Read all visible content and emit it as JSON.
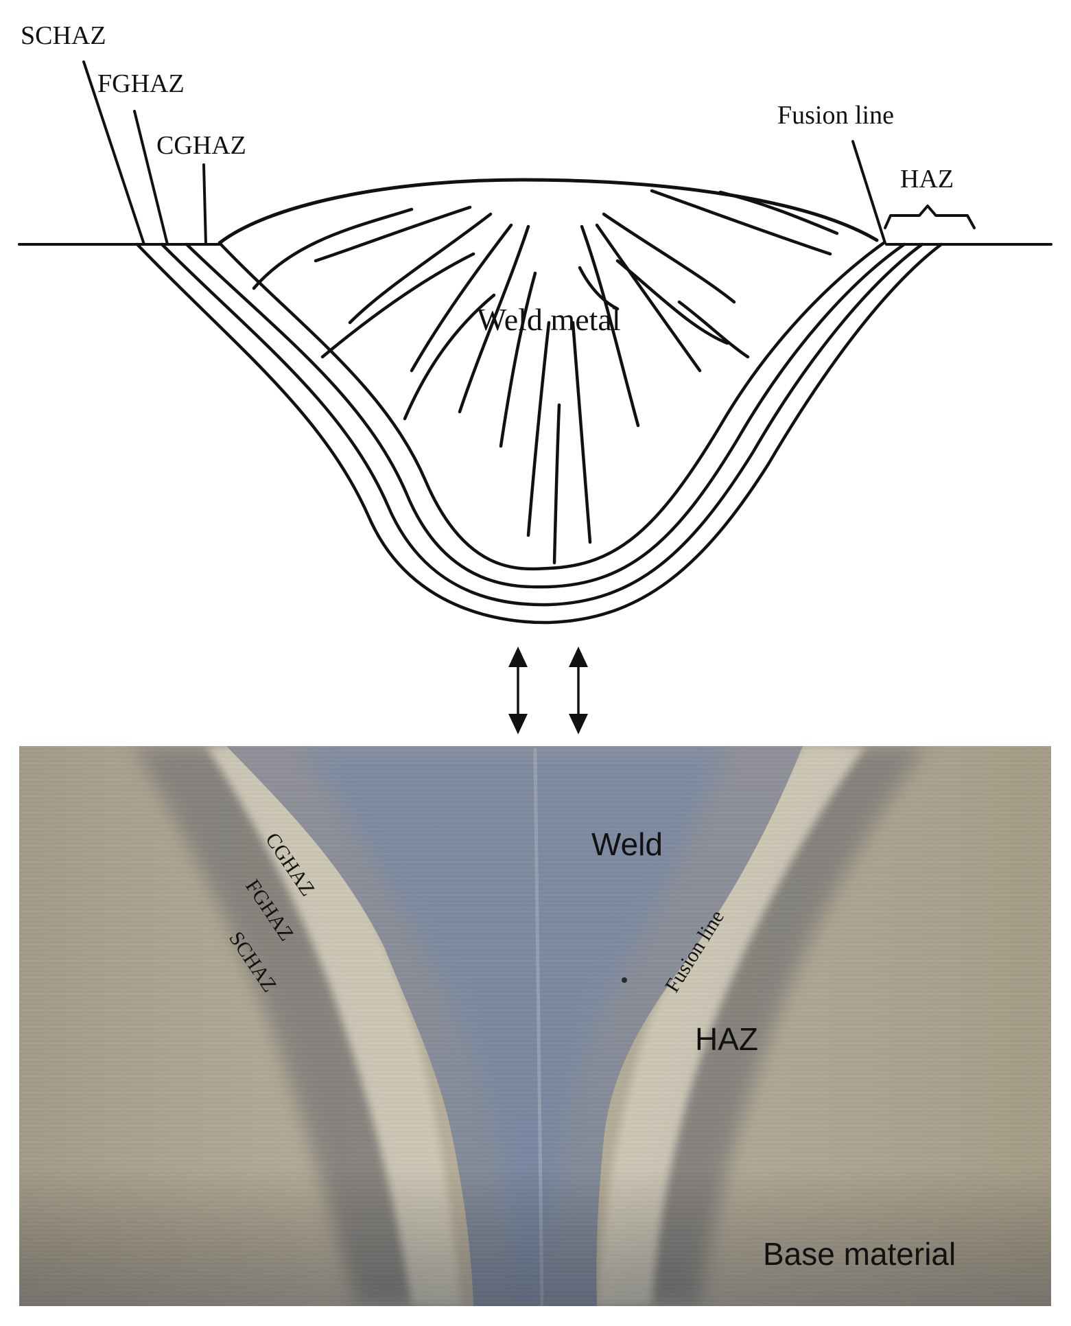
{
  "schematic": {
    "labels": {
      "schaz": "SCHAZ",
      "fghaz": "FGHAZ",
      "cghaz": "CGHAZ",
      "fusion_line": "Fusion line",
      "haz": "HAZ",
      "weld_metal": "Weld metal"
    }
  },
  "micrograph": {
    "labels": {
      "weld": "Weld",
      "cghaz": "CGHAZ",
      "fghaz": "FGHAZ",
      "schaz": "SCHAZ",
      "fusion_line": "Fusion line",
      "haz": "HAZ",
      "base_material": "Base material"
    }
  },
  "colors": {
    "ink": "#111111",
    "base_material": "#b3aa95",
    "haz_light": "#c9c4b2",
    "haz_dark": "#7d7b78",
    "weld": "#8b8e96",
    "weld_blue": "#6f86a8"
  }
}
